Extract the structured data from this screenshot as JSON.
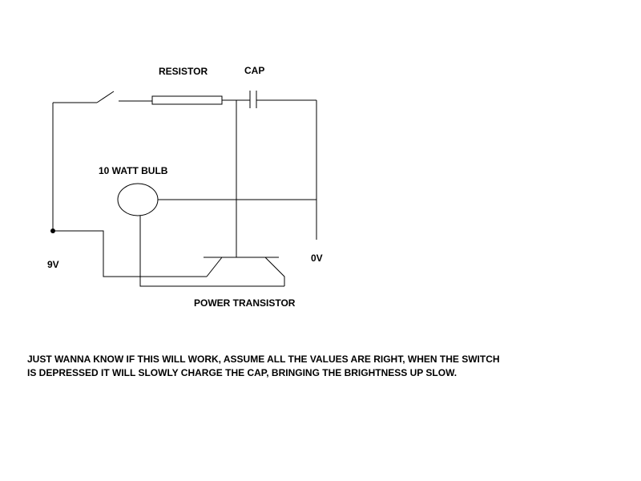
{
  "labels": {
    "resistor": "RESISTOR",
    "cap": "CAP",
    "bulb": "10 WATT BULB",
    "supply_positive": "9V",
    "supply_ground": "0V",
    "transistor": "POWER TRANSISTOR"
  },
  "note": {
    "line1": "JUST WANNA KNOW IF THIS WILL WORK, ASSUME ALL THE VALUES ARE RIGHT, WHEN THE SWITCH",
    "line2": "IS DEPRESSED IT WILL SLOWLY CHARGE THE CAP, BRINGING THE BRIGHTNESS UP SLOW."
  },
  "colors": {
    "wire": "#000000",
    "background": "#ffffff"
  }
}
